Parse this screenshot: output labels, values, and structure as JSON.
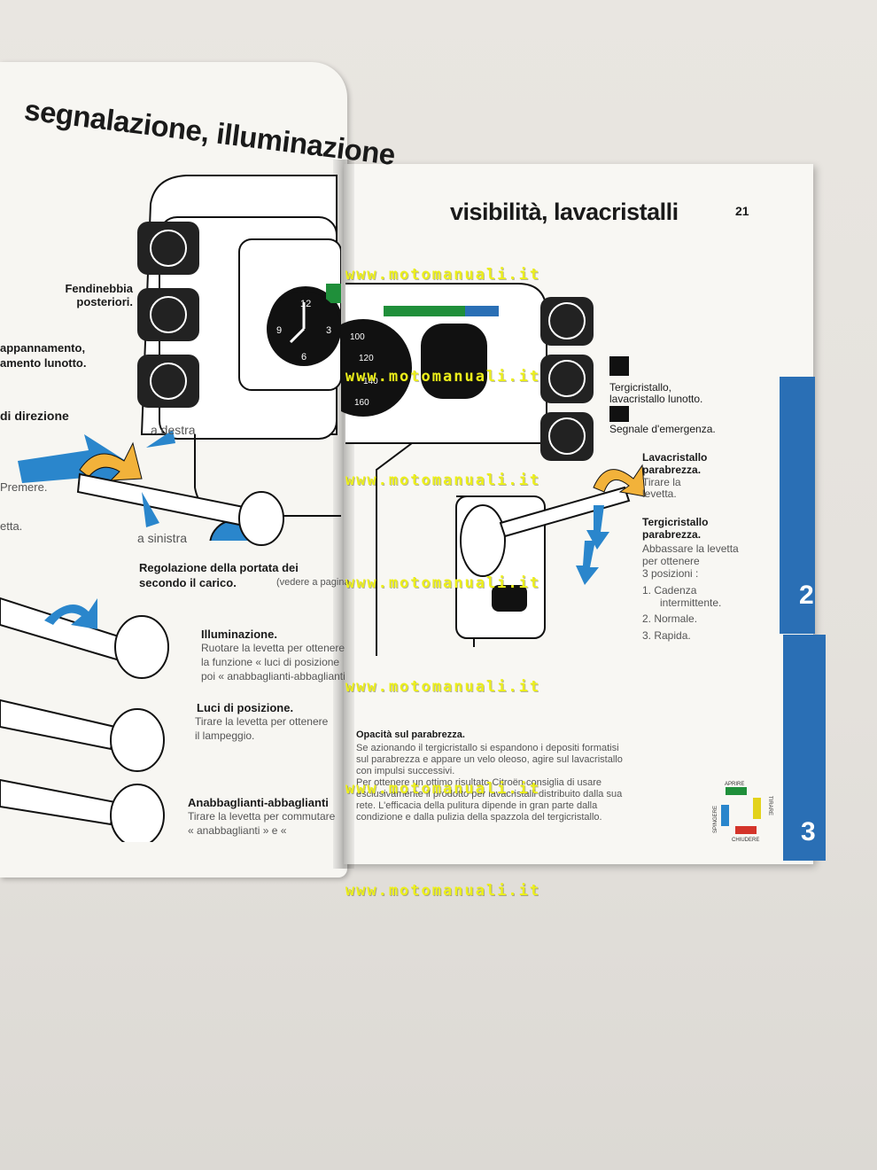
{
  "left_page": {
    "title": "segnalazione, illuminazione",
    "labels": {
      "fendinebbia": "Fendinebbia\nposteriori.",
      "appannamento_1": "appannamento,",
      "appannamento_2": "amento lunotto.",
      "direzione": "di direzione",
      "a_destra": "a destra",
      "premere": "Premere.",
      "etta": "etta.",
      "a_sinistra": "a sinistra",
      "regolazione_1": "Regolazione della portata dei",
      "regolazione_2": "secondo il carico.",
      "regolazione_3": "(vedere a pagina",
      "illuminazione_title": "Illuminazione.",
      "illuminazione_1": "Ruotare la levetta per ottenere",
      "illuminazione_2": "la funzione « luci di posizione",
      "illuminazione_3": "poi « anabbaglianti-abbaglianti",
      "luci_title": "Luci di posizione.",
      "luci_1": "Tirare la levetta per ottenere",
      "luci_2": "il lampeggio.",
      "anabbaglianti_title": "Anabbaglianti-abbaglianti",
      "anabbaglianti_1": "Tirare la levetta per commutare",
      "anabbaglianti_2": "« anabbaglianti » e «"
    }
  },
  "right_page": {
    "title": "visibilità, lavacristalli",
    "page_number": "21",
    "labels": {
      "tergi_lunotto_1": "Tergicristallo,",
      "tergi_lunotto_2": "lavacristallo lunotto.",
      "emergenza": "Segnale d'emergenza.",
      "lava_title_1": "Lavacristallo",
      "lava_title_2": "parabrezza.",
      "lava_1": "Tirare la",
      "lava_2": "levetta.",
      "tergi_title_1": "Tergicristallo",
      "tergi_title_2": "parabrezza.",
      "tergi_1": "Abbassare la levetta",
      "tergi_2": "per ottenere",
      "tergi_3": "3 posizioni :",
      "pos_1a": "1.  Cadenza",
      "pos_1b": "intermittente.",
      "pos_2": "2.  Normale.",
      "pos_3": "3.  Rapida.",
      "opacita_title": "Opacità sul parabrezza.",
      "opacita_1": "Se azionando il tergicristallo si espandono i depositi formatisi",
      "opacita_2": "sul parabrezza e appare un velo oleoso, agire sul lavacristallo",
      "opacita_3": "con impulsi successivi.",
      "opacita_4": "Per ottenere un ottimo risultato Citroën consiglia di usare",
      "opacita_5": "esclusivamente il prodotto per lavacristalli distribuito dalla sua",
      "opacita_6": "rete. L'efficacia della pulitura dipende in gran parte dalla",
      "opacita_7": "condizione e dalla pulizia della spazzola del tergicristallo."
    },
    "legend": {
      "aprire": "APRIRE",
      "tirare": "TIRARE",
      "spingere": "SPINGERE",
      "chiudere": "CHIUDERE"
    },
    "dial_numbers": [
      "100",
      "120",
      "140",
      "160"
    ],
    "clock_numbers": [
      "12",
      "3",
      "6",
      "9"
    ],
    "tabs": [
      "2",
      "3"
    ]
  },
  "watermark": "www.motomanuali.it",
  "colors": {
    "accent_blue": "#2a6fb5",
    "arrow_yellow": "#f2b23a",
    "arrow_blue": "#2a86cc",
    "watermark_yellow": "#ecef1a",
    "legend_green": "#1f8f3a",
    "legend_yellow": "#e3d21a",
    "legend_red": "#d4342a",
    "legend_blue": "#2a86cc"
  }
}
